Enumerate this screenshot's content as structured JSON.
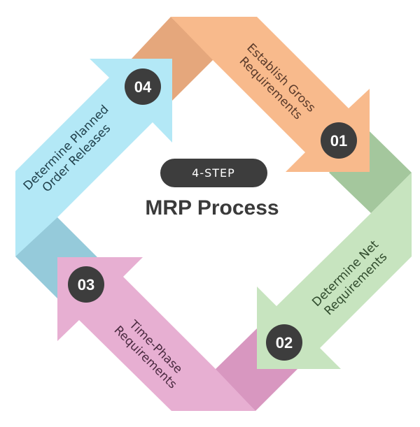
{
  "header": {
    "badge": "4-STEP",
    "title": "MRP Process"
  },
  "colors": {
    "step1": "#F8BA8C",
    "step1_dark": "#E5A77C",
    "step2": "#C7E4BF",
    "step2_dark": "#A4C79D",
    "step3": "#E7AFD2",
    "step3_dark": "#D897C0",
    "step4": "#B3E8F6",
    "step4_dark": "#95CADA",
    "circle": "#3D3D3D",
    "label_step1": "#5a3a2a",
    "label_step2": "#2f4a2c",
    "label_step3": "#4a2a40",
    "label_step4": "#1f3f4a"
  },
  "steps": [
    {
      "number": "01",
      "line1": "Establish Gross",
      "line2": "Requirements"
    },
    {
      "number": "02",
      "line1": "Determine Net",
      "line2": "Requirements"
    },
    {
      "number": "03",
      "line1": "Time-Phase",
      "line2": "Requirements"
    },
    {
      "number": "04",
      "line1": "Determine Planned",
      "line2": "Order Releases"
    }
  ]
}
